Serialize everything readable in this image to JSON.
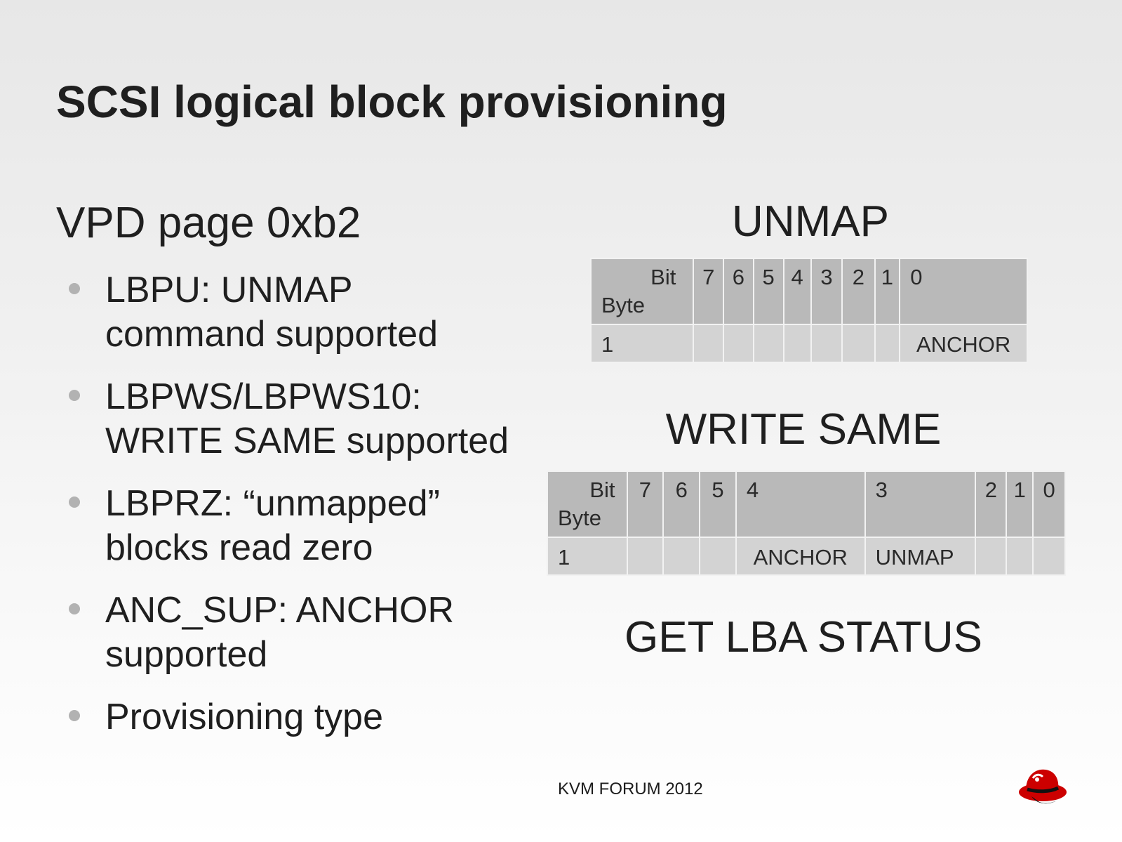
{
  "slide": {
    "title": "SCSI logical block provisioning",
    "left_heading": "VPD page 0xb2",
    "bullets": [
      {
        "lines": [
          "LBPU: UNMAP",
          "command supported"
        ]
      },
      {
        "lines": [
          "LBPWS/LBPWS10:",
          "WRITE SAME supported"
        ]
      },
      {
        "lines": [
          "LBPRZ: “unmapped”",
          "blocks read zero"
        ]
      },
      {
        "lines": [
          "ANC_SUP: ANCHOR",
          "supported"
        ]
      },
      {
        "lines": [
          "Provisioning type"
        ]
      }
    ]
  },
  "unmap": {
    "title": "UNMAP",
    "corner_bit": "Bit",
    "corner_byte": "Byte",
    "bits": [
      "7",
      "6",
      "5",
      "4",
      "3",
      "2",
      "1",
      "0"
    ],
    "row_byte": "1",
    "row_cells": [
      "",
      "",
      "",
      "",
      "",
      "",
      "",
      "ANCHOR"
    ]
  },
  "write_same": {
    "title": "WRITE SAME",
    "corner_bit": "Bit",
    "corner_byte": "Byte",
    "bits": [
      "7",
      "6",
      "5",
      "4",
      "3",
      "2",
      "1",
      "0"
    ],
    "row_byte": "1",
    "row_cells": [
      "",
      "",
      "",
      "ANCHOR",
      "UNMAP",
      "",
      "",
      ""
    ]
  },
  "get_lba_status": {
    "title": "GET LBA STATUS"
  },
  "footer": {
    "text": "KVM FORUM 2012"
  },
  "logo": {
    "icon": "red-hat-shadowman-logo",
    "color": "#cc0000"
  }
}
